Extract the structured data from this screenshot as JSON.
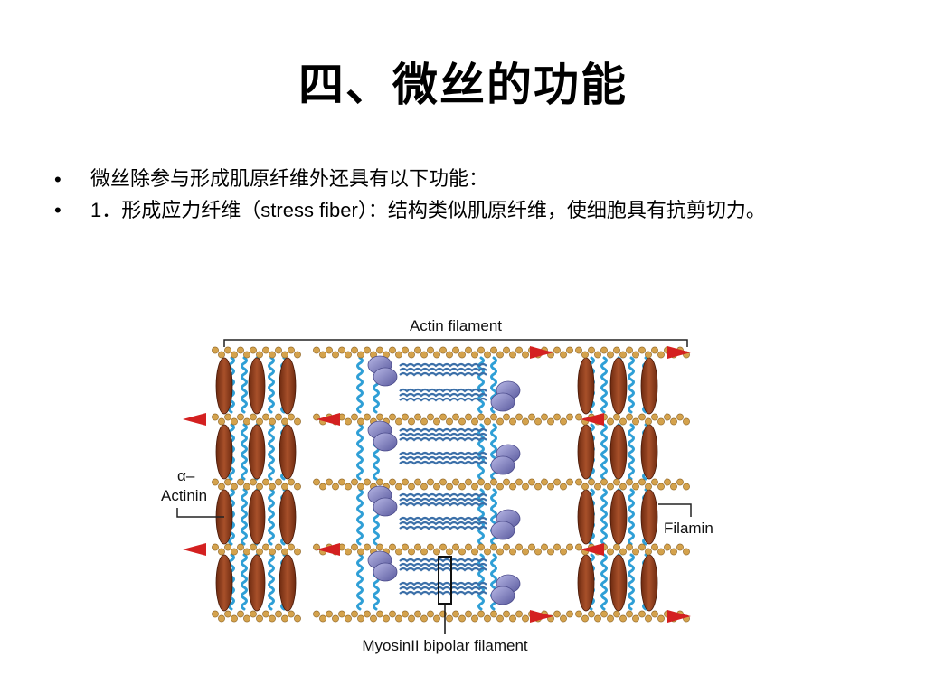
{
  "slide": {
    "title": "四、微丝的功能",
    "bullet_marker": "•",
    "bullets": [
      {
        "text": "微丝除参与形成肌原纤维外还具有以下功能："
      },
      {
        "number": "1．",
        "text_before": "形成应力纤维（",
        "term": "stress fiber",
        "text_after": "）：结构类似肌原纤维，使细胞具有抗剪切力。"
      }
    ]
  },
  "figure": {
    "labels": {
      "actin_filament": "Actin filament",
      "alpha": "α–",
      "actinin": "Actinin",
      "filamin": "Filamin",
      "myosin": "MyosinII bipolar filament"
    },
    "colors": {
      "actin_bead": "#d4a24c",
      "actin_outline": "#8a6020",
      "actinin_body": "#8b3a1a",
      "filamin_wave": "#2f9fd6",
      "myosin_head": "#8a8ac4",
      "myosin_tail": "#3b6fa8",
      "arrow": "#d42020"
    }
  }
}
